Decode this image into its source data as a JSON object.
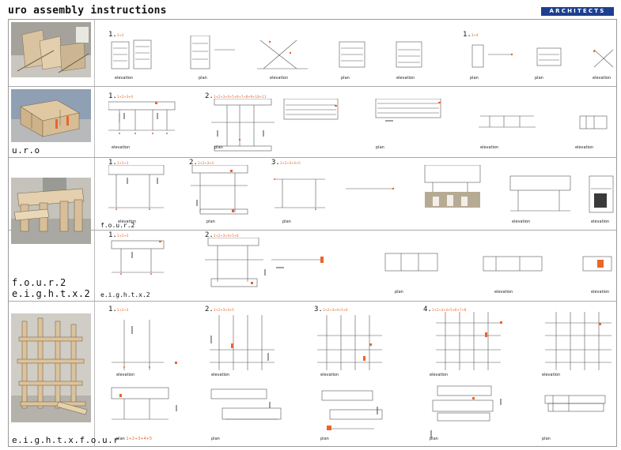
{
  "header": {
    "title": "uro assembly instructions",
    "logo_text": "ARCHITECTS",
    "logo_color": "#1d3f91"
  },
  "accent_color": "#e8662a",
  "rows": [
    {
      "label": "",
      "steps": [
        {
          "num": "1.",
          "text": "1+2"
        },
        {
          "num": "1.",
          "text": "3+4"
        }
      ],
      "captions": [
        "elevation",
        "plan",
        "elevation",
        "plan",
        "elevation",
        "plan",
        "plan",
        "elevation"
      ]
    },
    {
      "label": "u.r.o",
      "steps": [
        {
          "num": "1.",
          "text": "1+2+3+4"
        },
        {
          "num": "2.",
          "text": "1+2+3+4+5+6+7+8+9+10+11"
        }
      ],
      "captions": [
        "elevation",
        "plan",
        "plan",
        "elevation",
        "elevation"
      ]
    },
    {
      "label": "",
      "sublabel": "f.o.u.r.2",
      "steps": [
        {
          "num": "1.",
          "text": "1+2+3"
        },
        {
          "num": "2.",
          "text": "1+2+3+4"
        },
        {
          "num": "3.",
          "text": "1+2+3+4+5"
        }
      ],
      "captions": [
        "elevation",
        "plan",
        "plan",
        "elevation",
        "elevation"
      ]
    },
    {
      "label_lines": [
        "f.o.u.r.2",
        "e.i.g.h.t.x.2"
      ],
      "sublabel": "e.i.g.h.t.x.2",
      "steps": [
        {
          "num": "1.",
          "text": "1+2+3"
        },
        {
          "num": "2.",
          "text": "1+2+3+4+5+6"
        }
      ],
      "captions": [
        "plan",
        "elevation",
        "elevation"
      ]
    },
    {
      "label": "e.i.g.h.t.x.f.o.u.r",
      "steps": [
        {
          "num": "1.",
          "text": "1+2+3"
        },
        {
          "num": "2.",
          "text": "1+2+3+4+5"
        },
        {
          "num": "3.",
          "text": "1+2+3+4+5+6"
        },
        {
          "num": "4.",
          "text": "1+2+3+4+5+6+7+8"
        }
      ],
      "captions": [
        "elevation",
        "elevation",
        "elevation",
        "elevation",
        "elevation",
        "plan",
        "plan",
        "plan",
        "plan",
        "plan"
      ],
      "plan_note": "1+2+3+4+5"
    }
  ]
}
